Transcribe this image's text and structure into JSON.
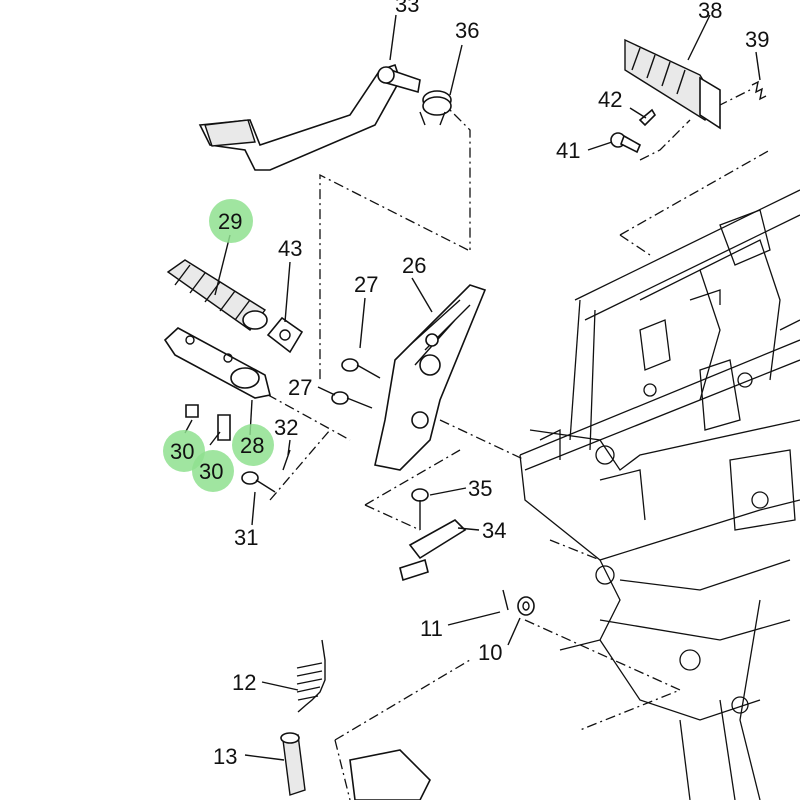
{
  "diagram": {
    "callouts": {
      "c33": "33",
      "c36": "36",
      "c38": "38",
      "c39": "39",
      "c42": "42",
      "c41": "41",
      "c29": "29",
      "c43": "43",
      "c26": "26",
      "c27a": "27",
      "c27b": "27",
      "c30a": "30",
      "c30b": "30",
      "c28": "28",
      "c32": "32",
      "c31": "31",
      "c35": "35",
      "c34": "34",
      "c11": "11",
      "c10": "10",
      "c12": "12",
      "c13": "13"
    },
    "highlighted": [
      "29",
      "30",
      "30",
      "28"
    ],
    "colors": {
      "highlight": "#8fe08f",
      "line": "#111111"
    }
  }
}
